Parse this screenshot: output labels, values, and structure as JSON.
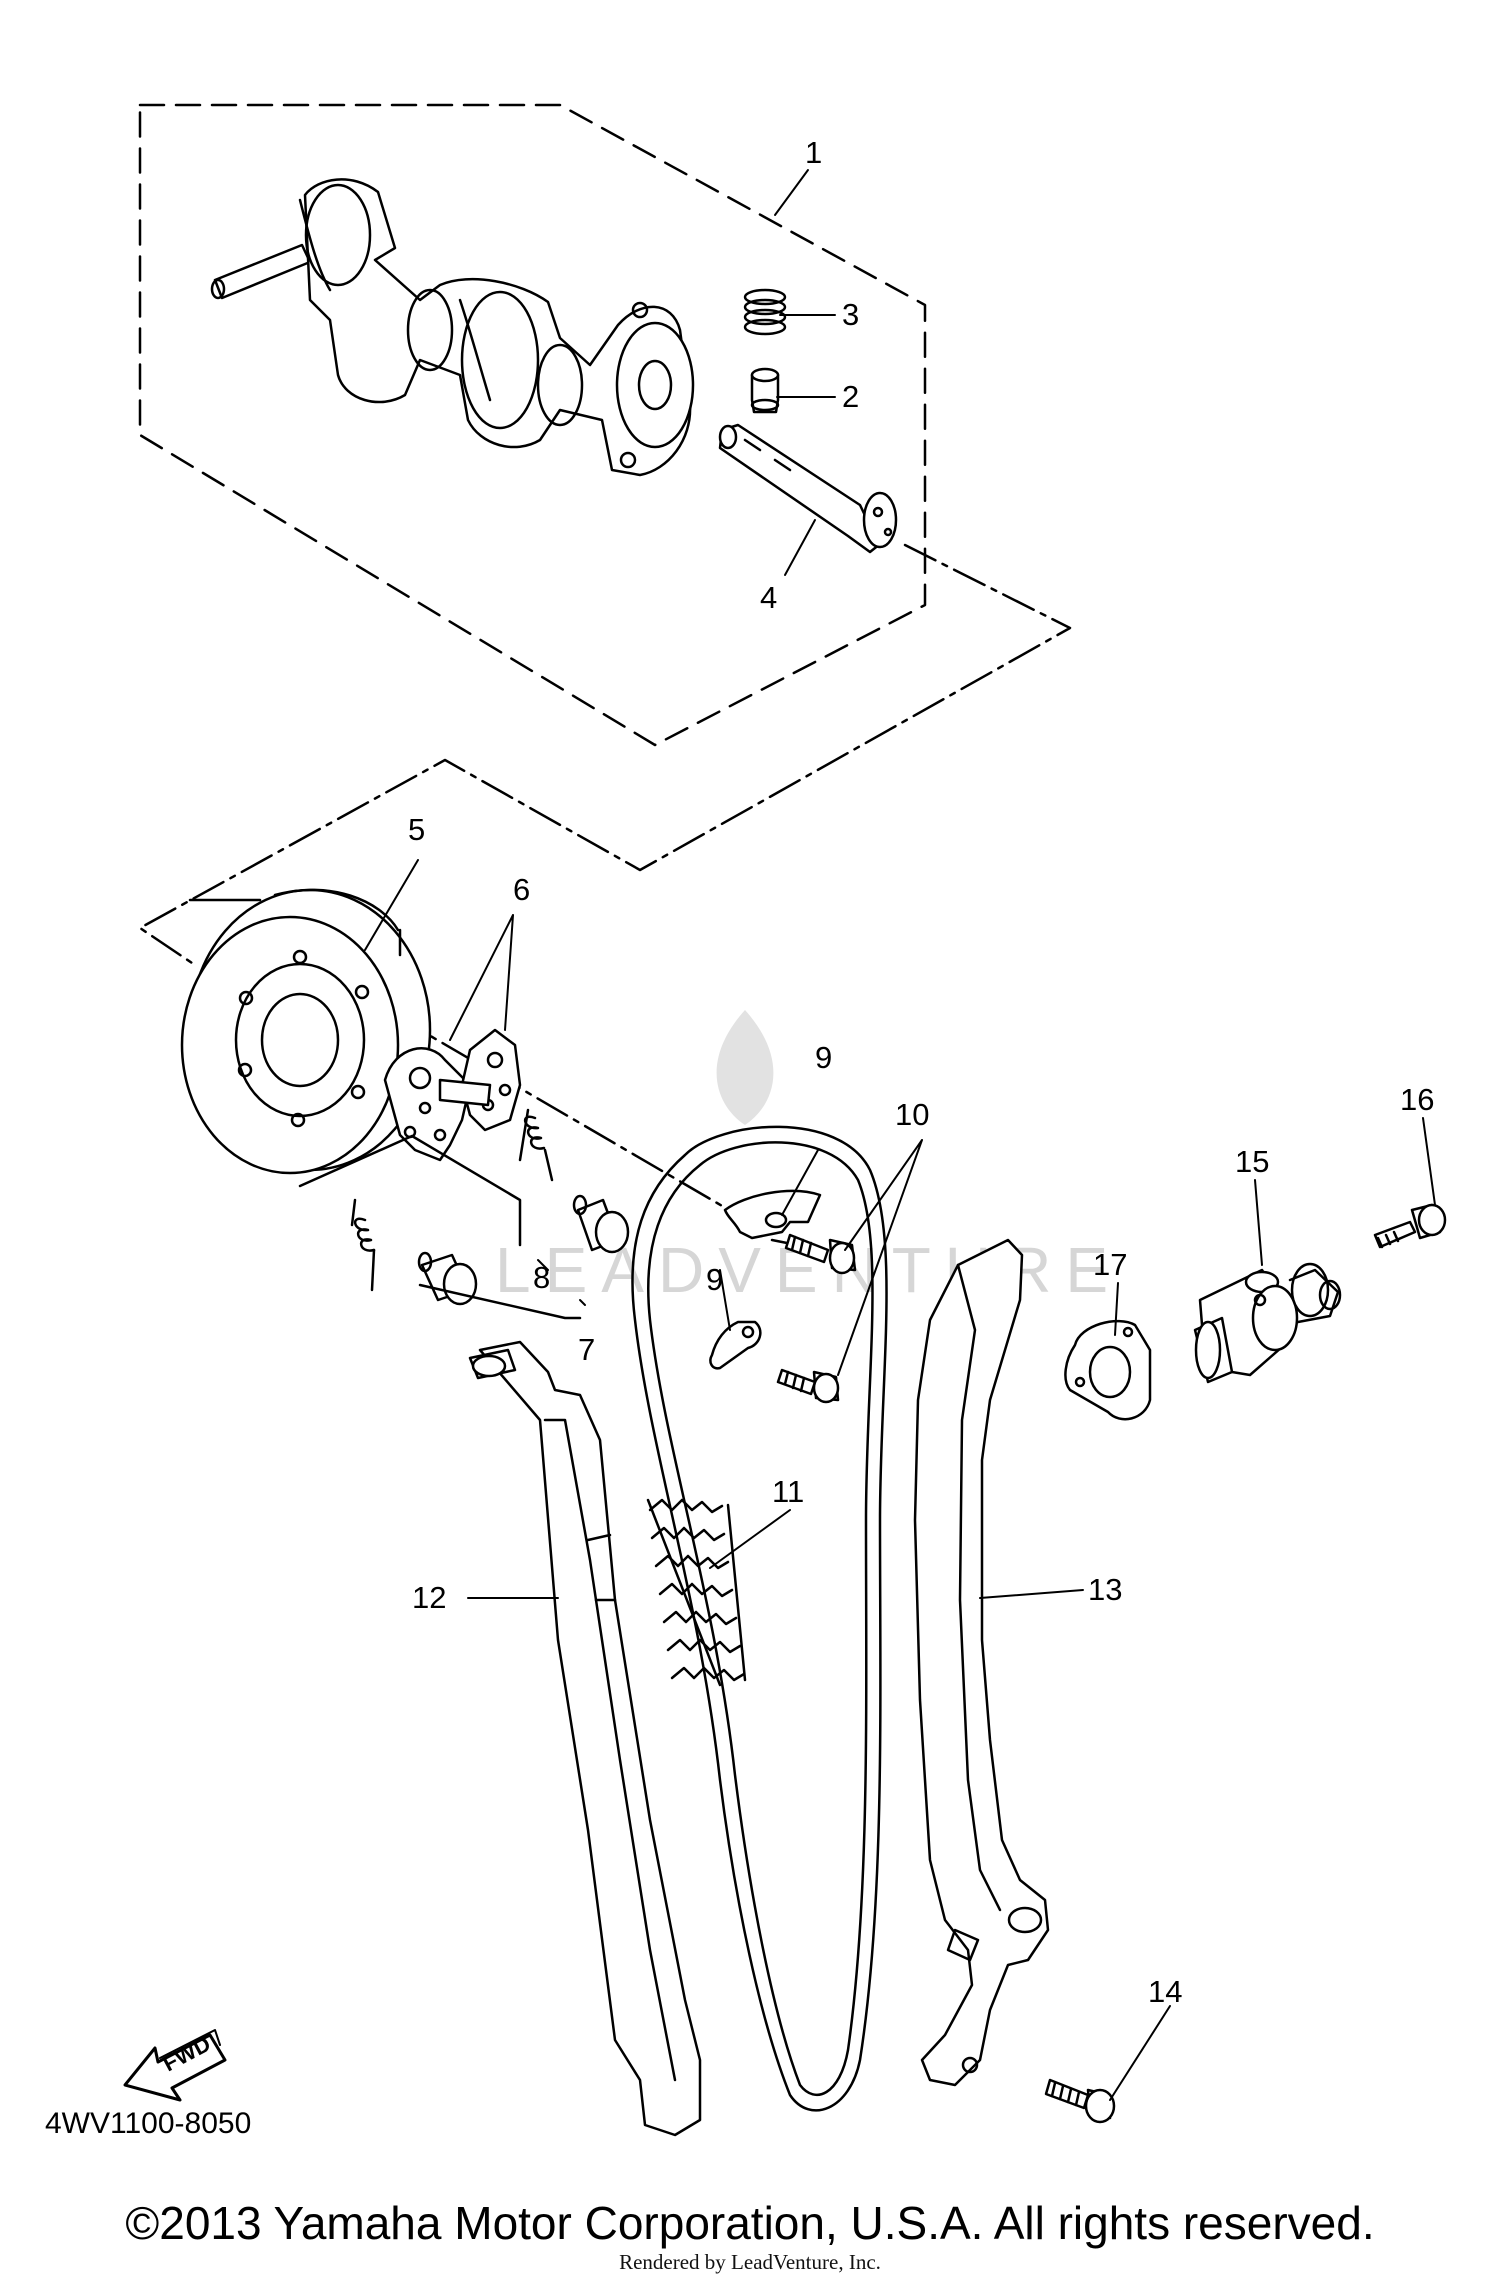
{
  "diagram": {
    "drawing_number": "4WV1100-8050",
    "fwd_label": "FWD",
    "watermark_text": "LEADVENTURE",
    "callouts": {
      "c1": "1",
      "c2": "2",
      "c3": "3",
      "c4": "4",
      "c5": "5",
      "c6": "6",
      "c7": "7",
      "c8": "8",
      "c9a": "9",
      "c9b": "9",
      "c10": "10",
      "c11": "11",
      "c12": "12",
      "c13": "13",
      "c14": "14",
      "c15": "15",
      "c16": "16",
      "c17": "17"
    }
  },
  "footer": {
    "copyright": "©2013 Yamaha Motor Corporation, U.S.A. All rights reserved.",
    "rendered_by": "Rendered by LeadVenture, Inc."
  },
  "colors": {
    "line": "#000000",
    "watermark": "#d6d6d6",
    "background": "#ffffff"
  }
}
